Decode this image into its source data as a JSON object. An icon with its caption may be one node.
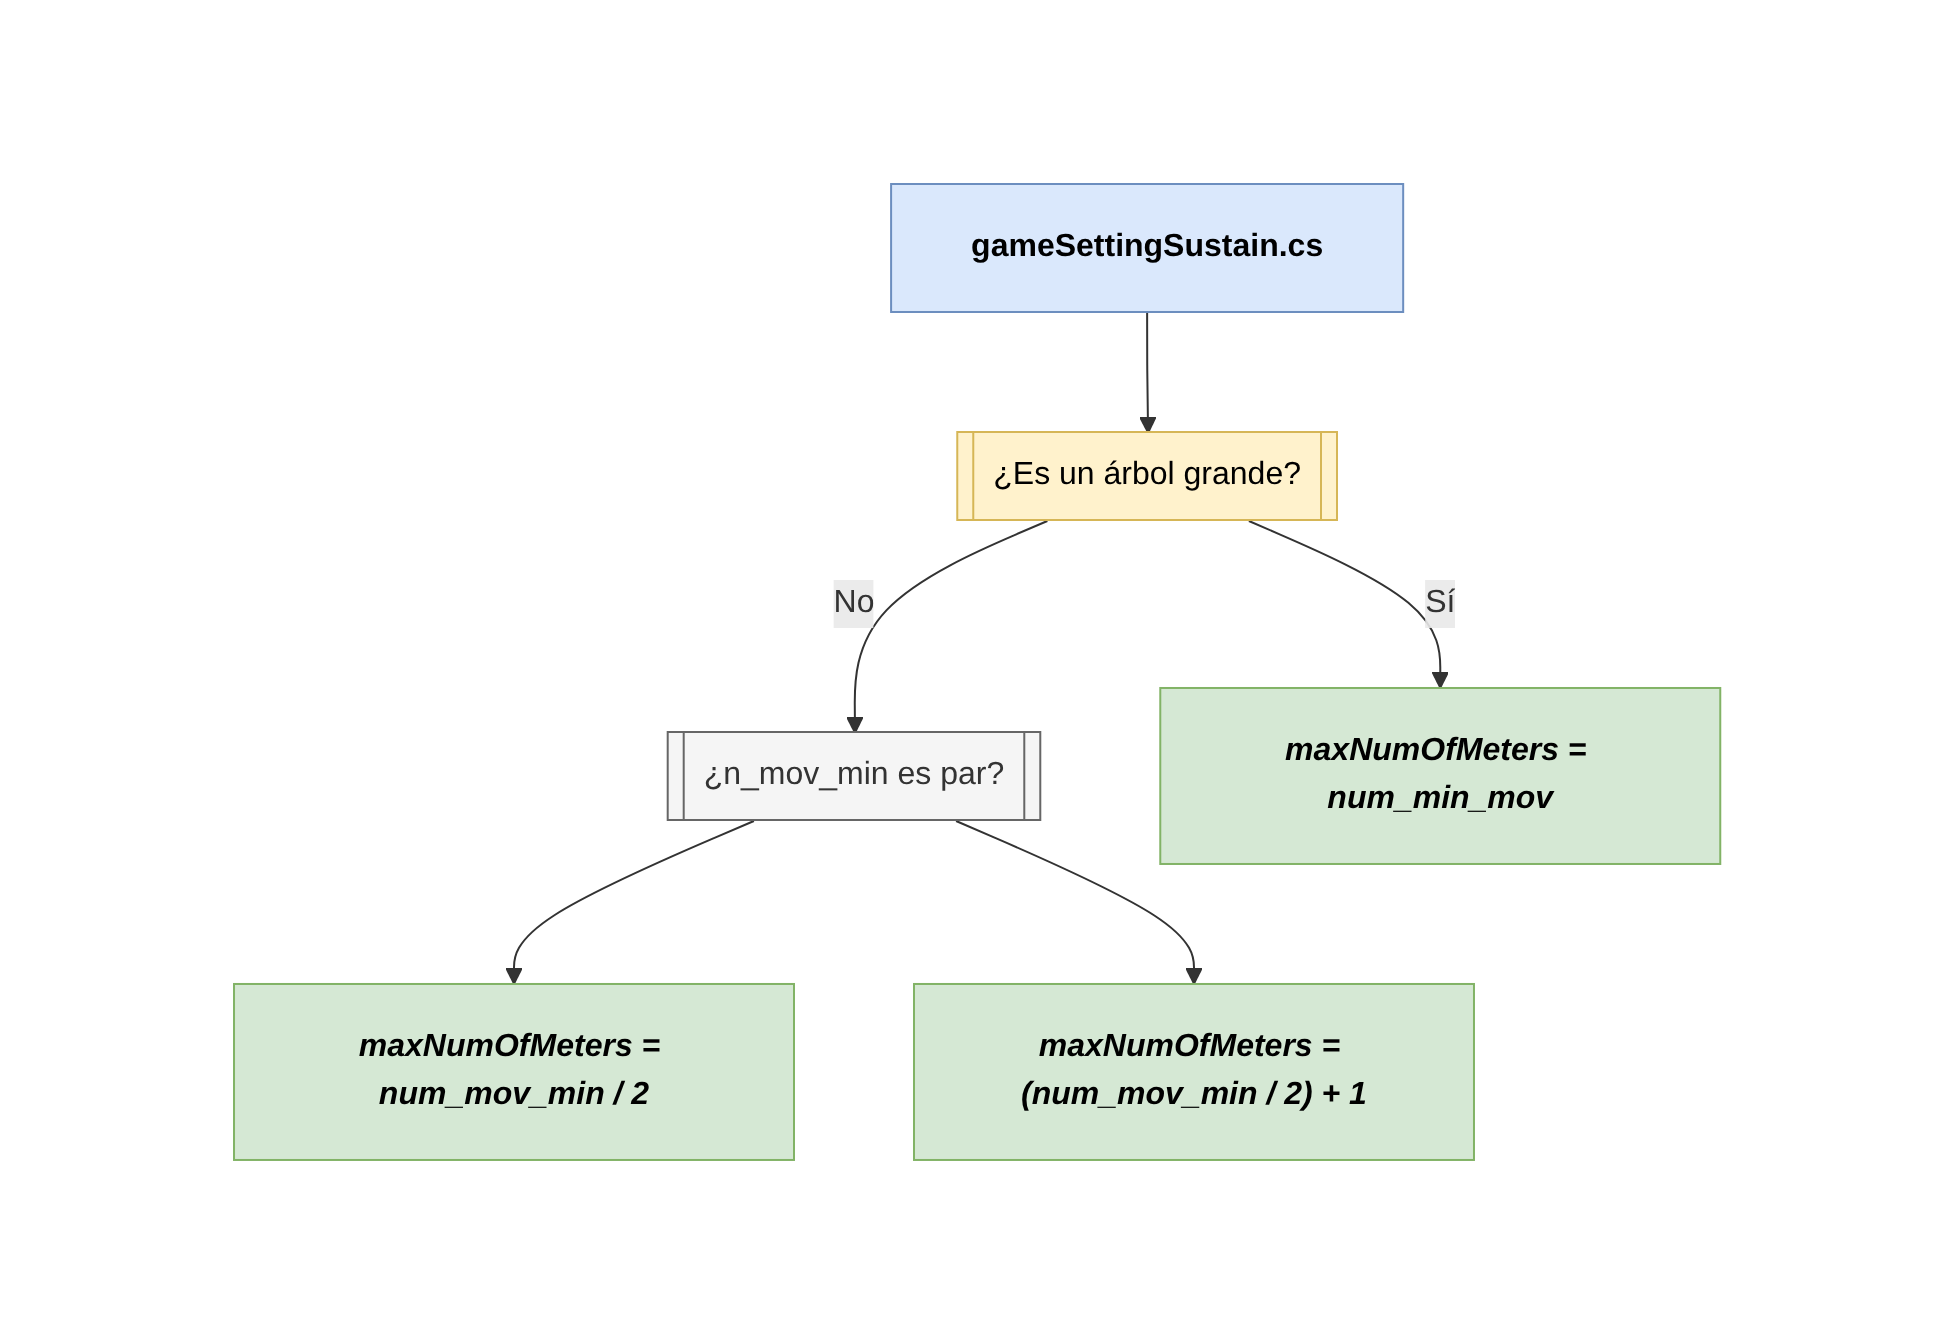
{
  "diagram": {
    "nodes": [
      {
        "text": [
          "gameSettingSustain.cs"
        ]
      },
      {
        "text": [
          "¿Es un árbol grande?"
        ]
      },
      {
        "text": [
          "¿n_mov_min es par?"
        ]
      },
      {
        "text": [
          "maxNumOfMeters = num_min_mov"
        ]
      },
      {
        "text": [
          "maxNumOfMeters = num_mov_min / 2"
        ]
      },
      {
        "text": [
          "maxNumOfMeters = (num_mov_min / 2) + 1"
        ]
      }
    ],
    "edges": [
      {
        "from": 0,
        "to": 1,
        "arrow": "to"
      },
      {
        "from": 1,
        "to": 2,
        "arrow": "to",
        "label": "No"
      },
      {
        "from": 1,
        "to": 3,
        "arrow": "to",
        "label": "Sí"
      },
      {
        "from": 2,
        "to": 4,
        "arrow": "to"
      },
      {
        "from": 2,
        "to": 5,
        "arrow": "to"
      }
    ]
  }
}
